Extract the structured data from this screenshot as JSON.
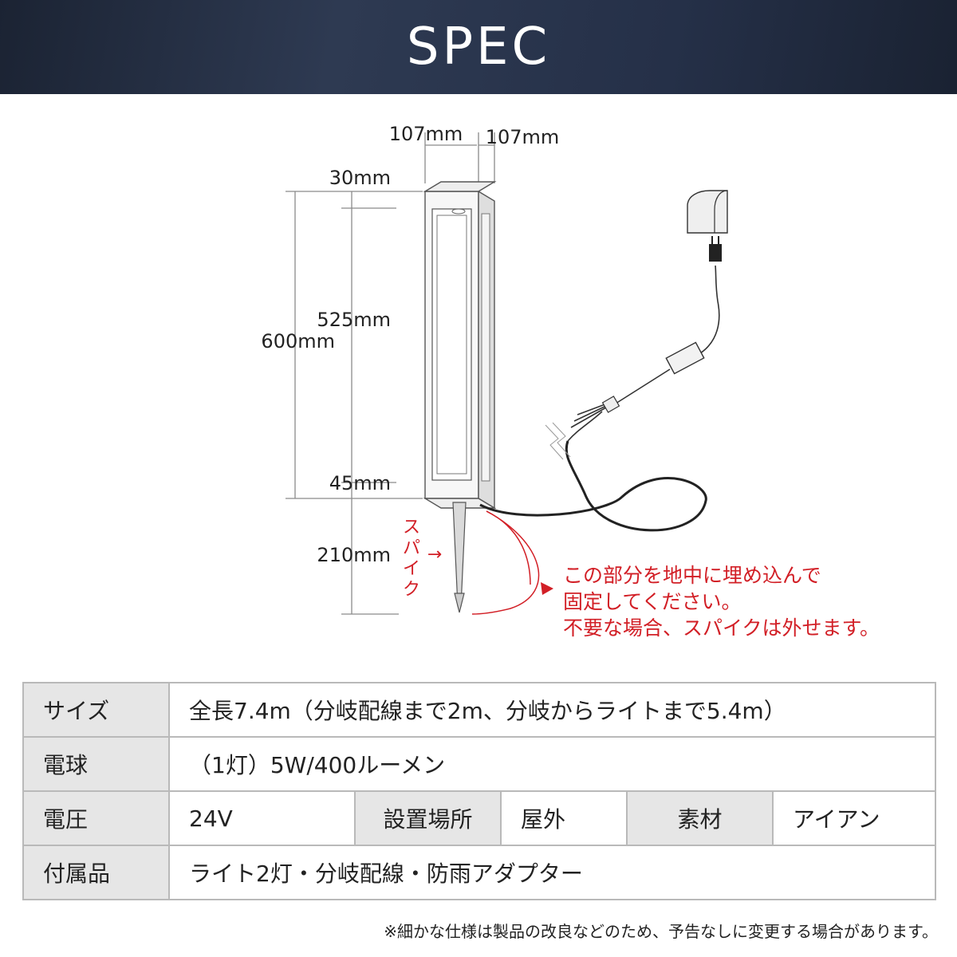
{
  "header": {
    "title": "SPEC"
  },
  "diagram": {
    "dims": {
      "width_front": "107mm",
      "width_side": "107mm",
      "top_cap": "30mm",
      "body": "525mm",
      "total": "600mm",
      "bottom": "45mm",
      "spike": "210mm"
    },
    "spike_label": [
      "ス",
      "パ",
      "イ",
      "ク"
    ],
    "spike_arrow": "→",
    "note_lines": [
      "この部分を地中に埋め込んで",
      "固定してください。",
      "不要な場合、スパイクは外せます。"
    ],
    "accent_color": "#d21f26"
  },
  "spec": {
    "size_label": "サイズ",
    "size_value": "全長7.4m（分岐配線まで2m、分岐からライトまで5.4m）",
    "bulb_label": "電球",
    "bulb_value": "（1灯）5W/400ルーメン",
    "voltage_label": "電圧",
    "voltage_value": "24V",
    "location_label": "設置場所",
    "location_value": "屋外",
    "material_label": "素材",
    "material_value": "アイアン",
    "accessory_label": "付属品",
    "accessory_value": "ライト2灯・分岐配線・防雨アダプター"
  },
  "footnote": "※細かな仕様は製品の改良などのため、予告なしに変更する場合があります。"
}
